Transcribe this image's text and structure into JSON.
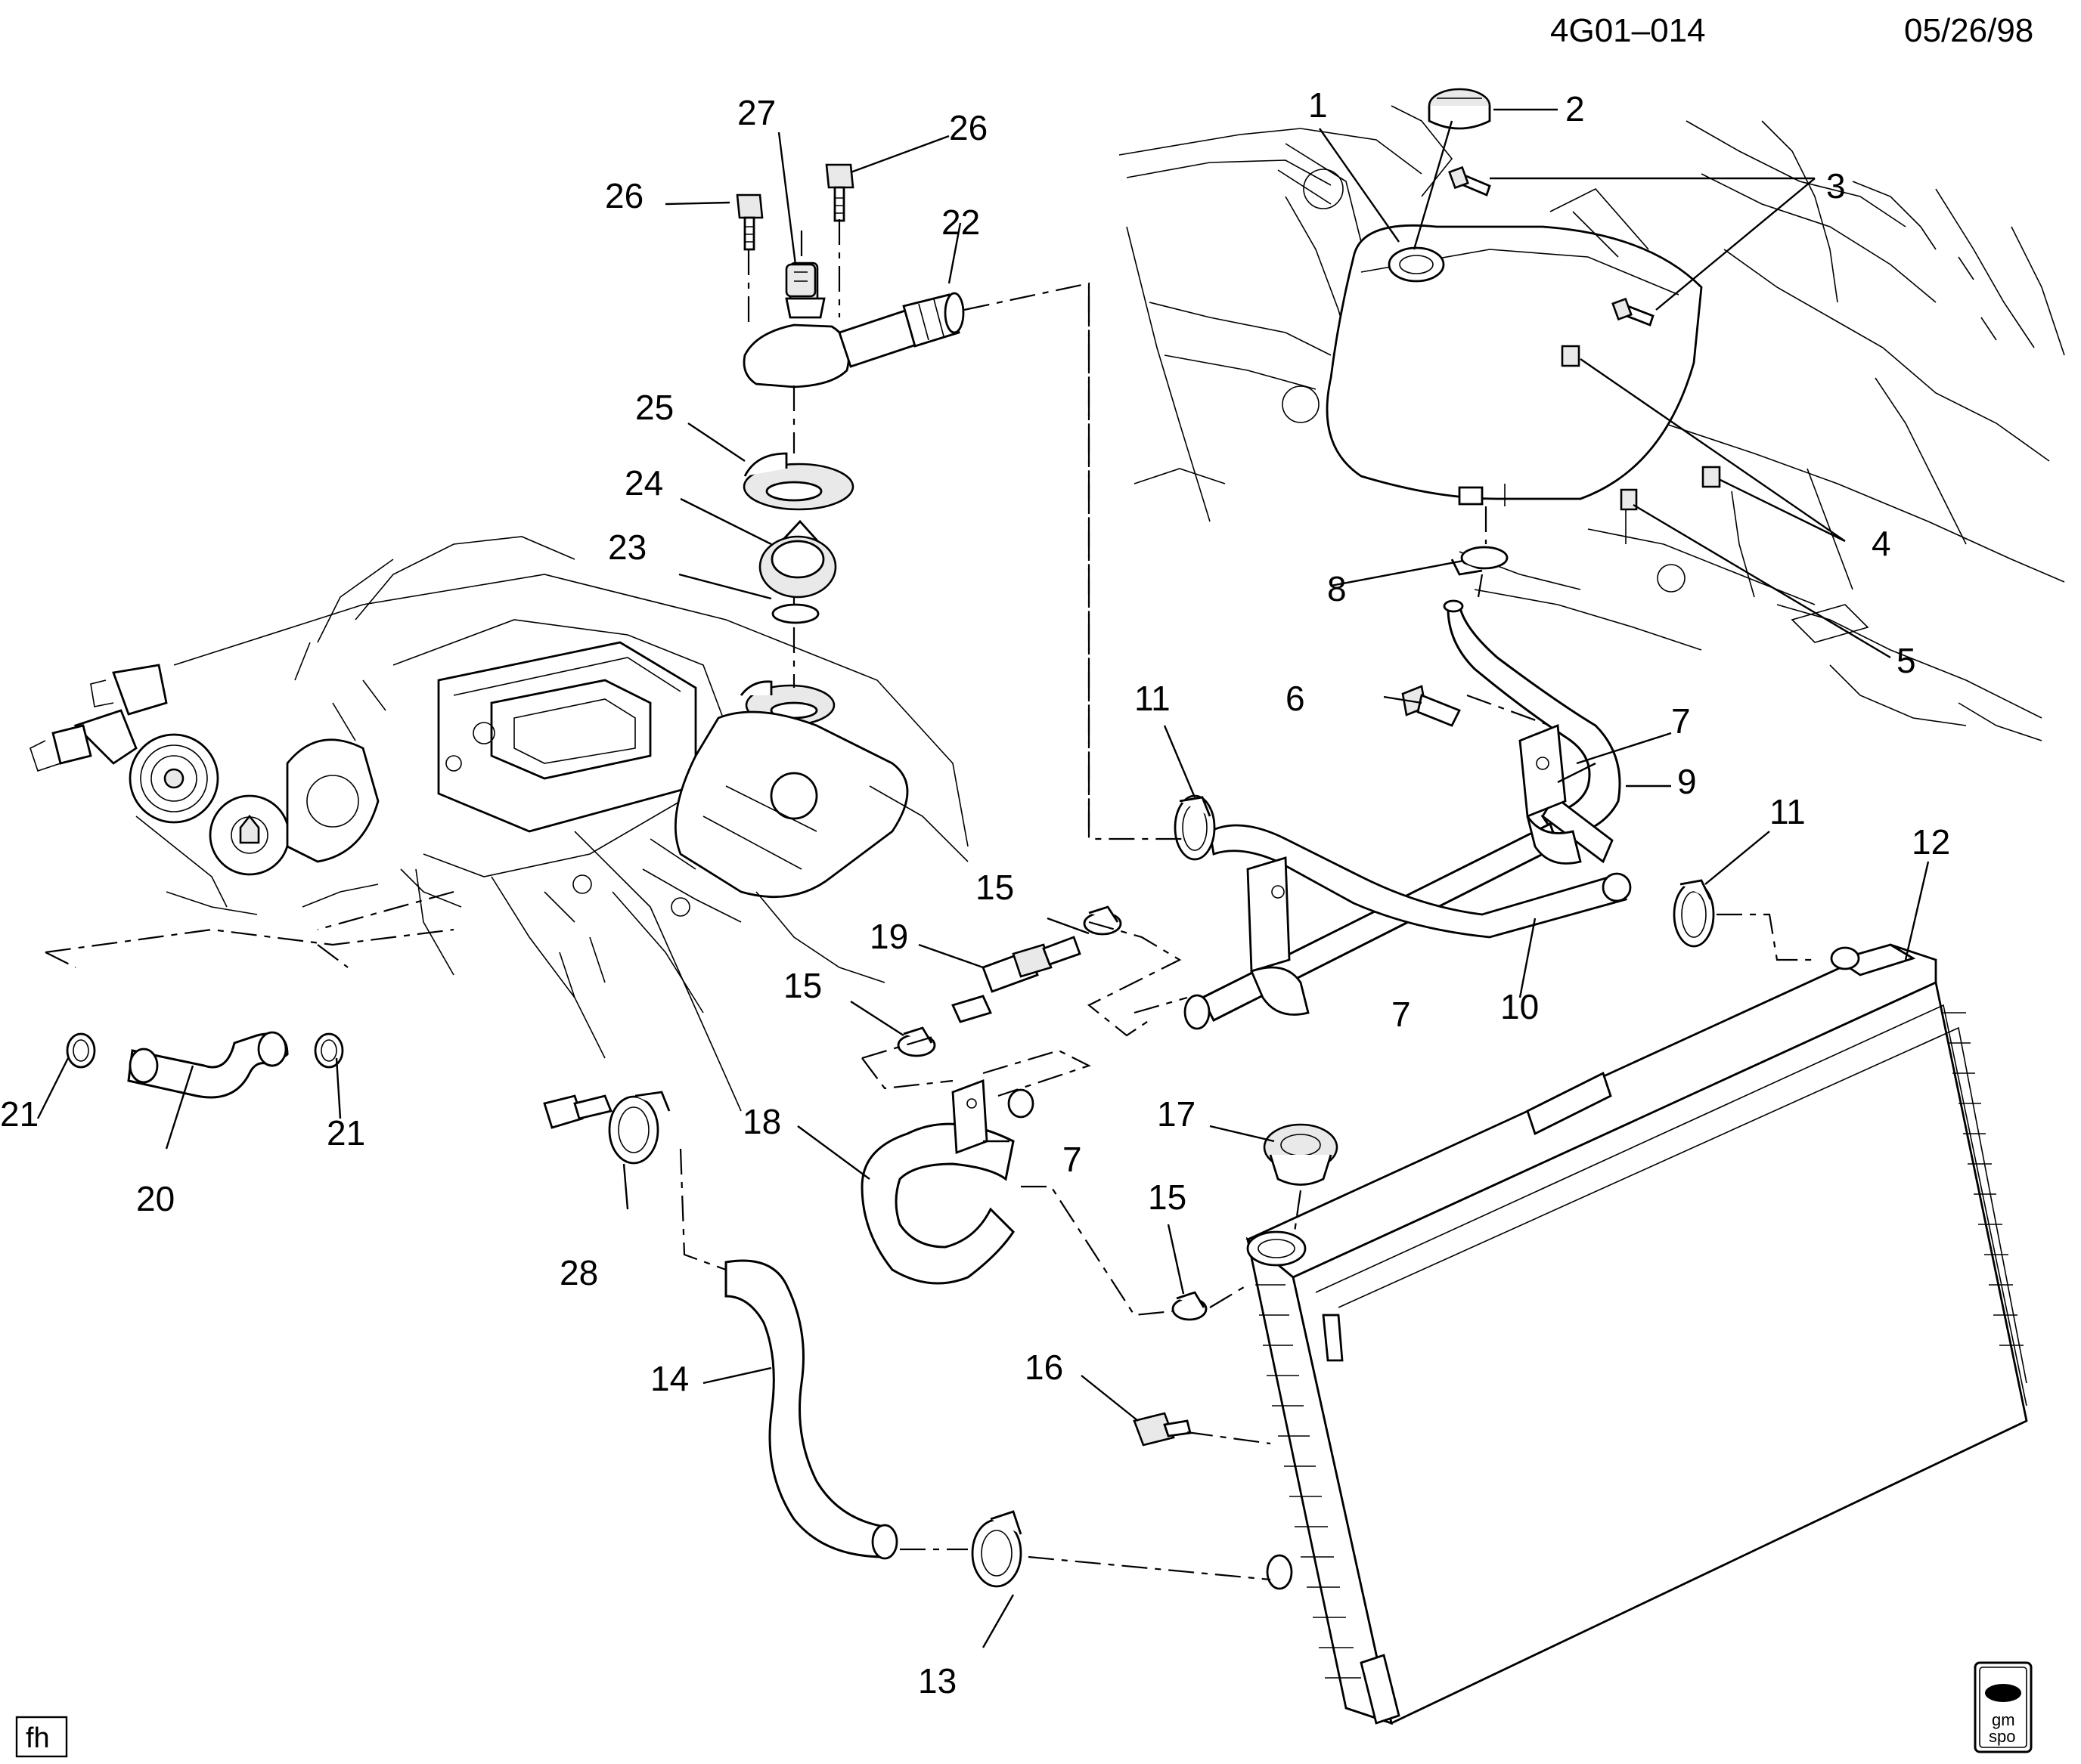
{
  "header": {
    "code": "4G01–014",
    "date": "05/26/98"
  },
  "corner_tag": "fh",
  "logo": {
    "line1": "gm",
    "line2": "spo",
    "icon": "gm-spo-logo-icon"
  },
  "callouts": [
    {
      "id": "c1",
      "text": "1"
    },
    {
      "id": "c2",
      "text": "2"
    },
    {
      "id": "c3",
      "text": "3"
    },
    {
      "id": "c4",
      "text": "4"
    },
    {
      "id": "c5",
      "text": "5"
    },
    {
      "id": "c6",
      "text": "6"
    },
    {
      "id": "c7a",
      "text": "7"
    },
    {
      "id": "c7b",
      "text": "7"
    },
    {
      "id": "c7c",
      "text": "7"
    },
    {
      "id": "c8",
      "text": "8"
    },
    {
      "id": "c9",
      "text": "9"
    },
    {
      "id": "c10",
      "text": "10"
    },
    {
      "id": "c11a",
      "text": "11"
    },
    {
      "id": "c11b",
      "text": "11"
    },
    {
      "id": "c12",
      "text": "12"
    },
    {
      "id": "c13",
      "text": "13"
    },
    {
      "id": "c14",
      "text": "14"
    },
    {
      "id": "c15a",
      "text": "15"
    },
    {
      "id": "c15b",
      "text": "15"
    },
    {
      "id": "c15c",
      "text": "15"
    },
    {
      "id": "c16",
      "text": "16"
    },
    {
      "id": "c17",
      "text": "17"
    },
    {
      "id": "c18",
      "text": "18"
    },
    {
      "id": "c19",
      "text": "19"
    },
    {
      "id": "c20",
      "text": "20"
    },
    {
      "id": "c21a",
      "text": "21"
    },
    {
      "id": "c21b",
      "text": "21"
    },
    {
      "id": "c22",
      "text": "22"
    },
    {
      "id": "c23",
      "text": "23"
    },
    {
      "id": "c24",
      "text": "24"
    },
    {
      "id": "c25",
      "text": "25"
    },
    {
      "id": "c26a",
      "text": "26"
    },
    {
      "id": "c26b",
      "text": "26"
    },
    {
      "id": "c27",
      "text": "27"
    },
    {
      "id": "c28",
      "text": "28"
    }
  ]
}
